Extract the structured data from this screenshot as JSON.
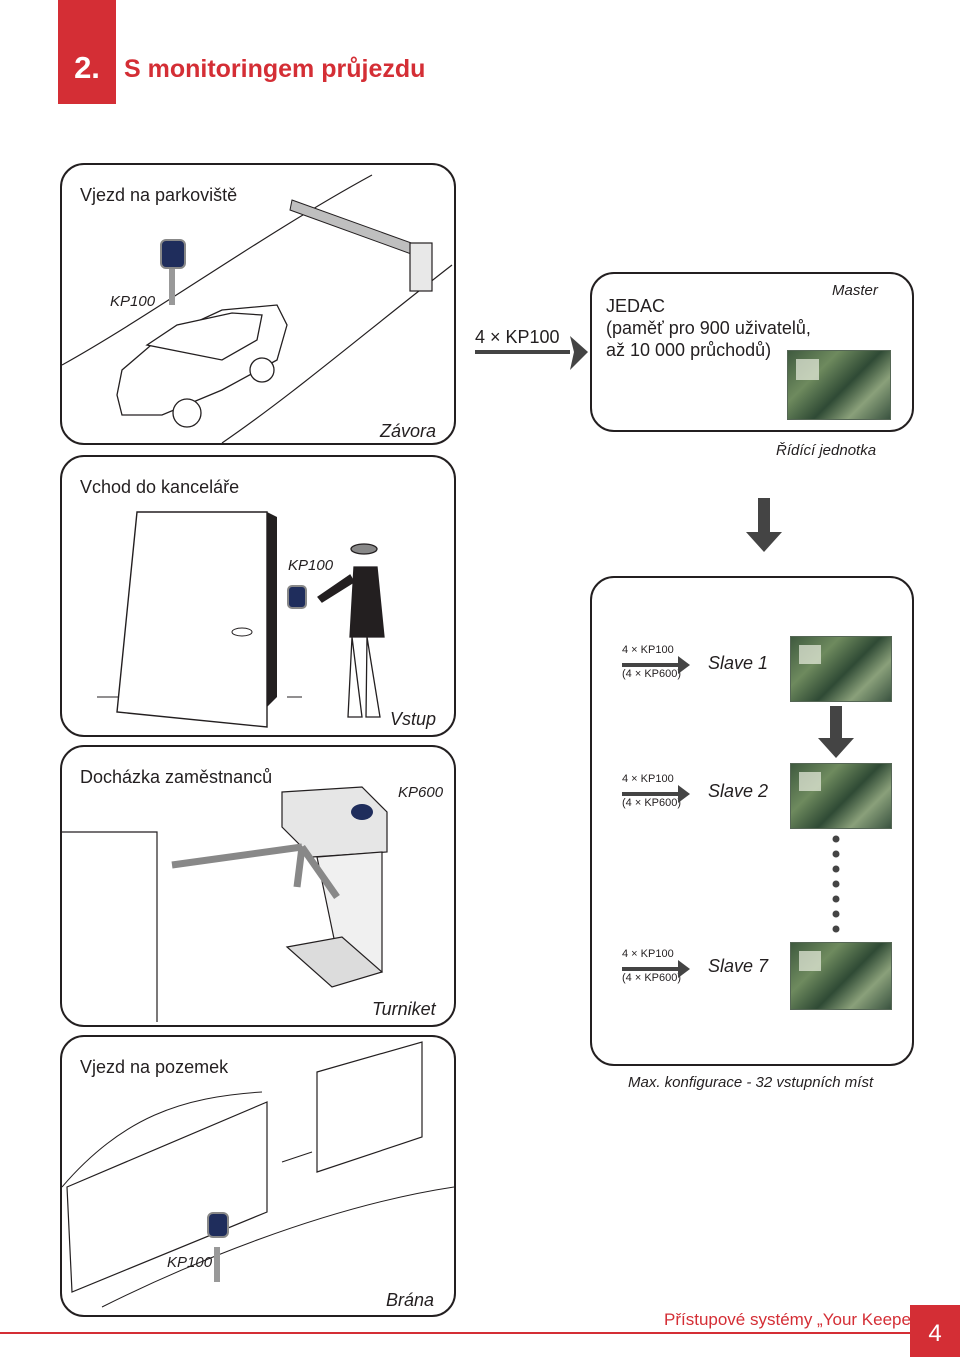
{
  "section": {
    "number": "2.",
    "title": "S monitoringem průjezdu"
  },
  "panels": {
    "parking": {
      "title": "Vjezd na parkoviště",
      "reader": "KP100",
      "caption": "Závora"
    },
    "office": {
      "title": "Vchod do kanceláře",
      "reader": "KP100",
      "caption": "Vstup"
    },
    "attendance": {
      "title": "Docházka zaměstnanců",
      "reader": "KP600",
      "caption": "Turniket"
    },
    "estate": {
      "title": "Vjezd na pozemek",
      "reader": "KP100",
      "caption": "Brána"
    }
  },
  "master": {
    "input": "4 × KP100",
    "jedac_line1": "JEDAC",
    "jedac_line2": "(paměť pro 900 uživatelů,",
    "jedac_line3": "až 10 000 průchodů)",
    "label": "Master",
    "caption": "Řídící jednotka"
  },
  "slaves": [
    {
      "in1": "4 × KP100",
      "in2": "(4 × KP600)",
      "label": "Slave 1"
    },
    {
      "in1": "4 × KP100",
      "in2": "(4 × KP600)",
      "label": "Slave 2"
    },
    {
      "in1": "4 × KP100",
      "in2": "(4 × KP600)",
      "label": "Slave 7"
    }
  ],
  "max_config": "Max. konfigurace - 32 vstupních míst",
  "footer": {
    "text": "Přístupové systémy „Your Keeper”",
    "page": "4"
  },
  "colors": {
    "accent": "#d42e35",
    "line": "#231f20",
    "arrow": "#444444",
    "board": "#4a6a4a"
  }
}
